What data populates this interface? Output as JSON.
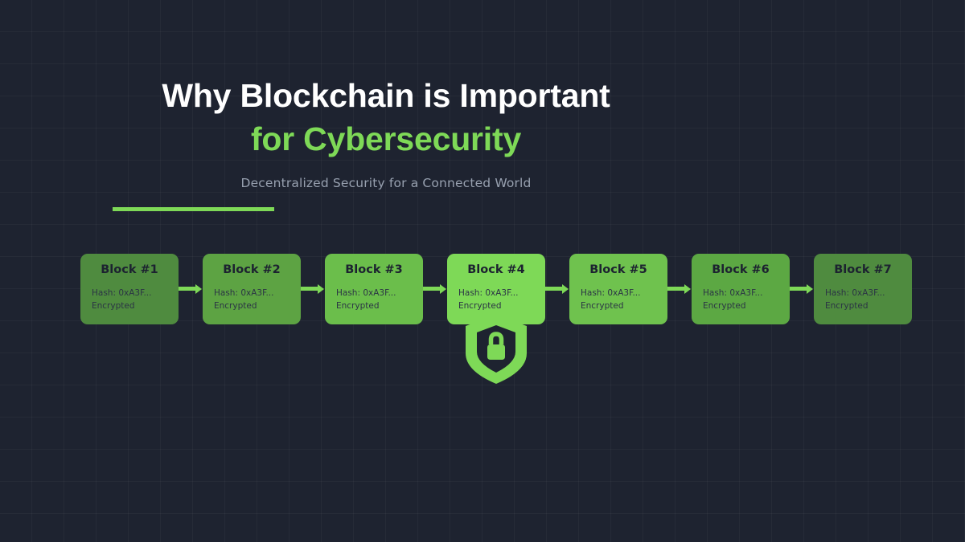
{
  "slide": {
    "title_line_1": "Why Blockchain is Important",
    "title_line_2": "for Cybersecurity",
    "subtitle": "Decentralized Security for a Connected World",
    "accent_color": "#7ed957",
    "background_color": "#1e2330",
    "title_color": "#ffffff",
    "subtitle_color": "#97a0af"
  },
  "chain": {
    "hash_label": "Hash: 0xA3F...",
    "status_label": "Encrypted",
    "highlighted_index": 3,
    "badge_icon": "shield-lock-icon",
    "blocks": [
      {
        "title": "Block #1",
        "hash": "Hash: 0xA3F...",
        "status": "Encrypted",
        "color": "#4f8b3f",
        "highlighted": false
      },
      {
        "title": "Block #2",
        "hash": "Hash: 0xA3F...",
        "status": "Encrypted",
        "color": "#5da343",
        "highlighted": false
      },
      {
        "title": "Block #3",
        "hash": "Hash: 0xA3F...",
        "status": "Encrypted",
        "color": "#6bbe4b",
        "highlighted": false
      },
      {
        "title": "Block #4",
        "hash": "Hash: 0xA3F...",
        "status": "Encrypted",
        "color": "#7ed957",
        "highlighted": true
      },
      {
        "title": "Block #5",
        "hash": "Hash: 0xA3F...",
        "status": "Encrypted",
        "color": "#6fc24e",
        "highlighted": false
      },
      {
        "title": "Block #6",
        "hash": "Hash: 0xA3F...",
        "status": "Encrypted",
        "color": "#5ca843",
        "highlighted": false
      },
      {
        "title": "Block #7",
        "hash": "Hash: 0xA3F...",
        "status": "Encrypted",
        "color": "#4f8b3f",
        "highlighted": false
      }
    ],
    "connector_icon": "arrow-right-icon",
    "connector_color": "#7ed957"
  }
}
